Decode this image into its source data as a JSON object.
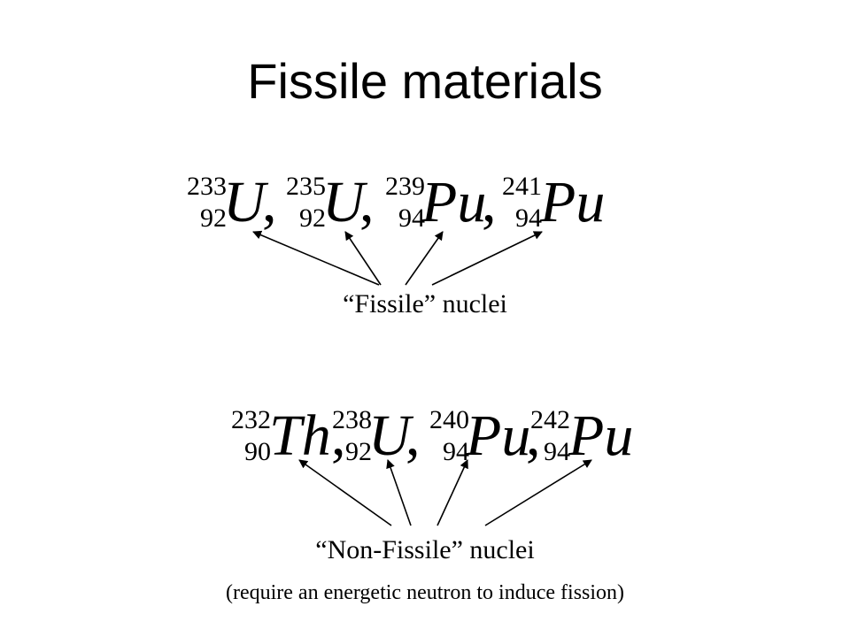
{
  "title": "Fissile materials",
  "fissile": {
    "label": "“Fissile” nuclei",
    "nuclides": [
      {
        "mass": "233",
        "charge": "92",
        "symbol": "U",
        "sep": ","
      },
      {
        "mass": "235",
        "charge": "92",
        "symbol": "U",
        "sep": ","
      },
      {
        "mass": "239",
        "charge": "94",
        "symbol": "Pu",
        "sep": ","
      },
      {
        "mass": "241",
        "charge": "94",
        "symbol": "Pu",
        "sep": ""
      }
    ]
  },
  "non_fissile": {
    "label": "“Non-Fissile” nuclei",
    "note": "(require an energetic neutron to induce fission)",
    "nuclides": [
      {
        "mass": "232",
        "charge": "90",
        "symbol": "Th",
        "sep": ","
      },
      {
        "mass": "238",
        "charge": "92",
        "symbol": "U",
        "sep": ","
      },
      {
        "mass": "240",
        "charge": "94",
        "symbol": "Pu",
        "sep": ","
      },
      {
        "mass": "242",
        "charge": "94",
        "symbol": "Pu",
        "sep": ""
      }
    ]
  }
}
